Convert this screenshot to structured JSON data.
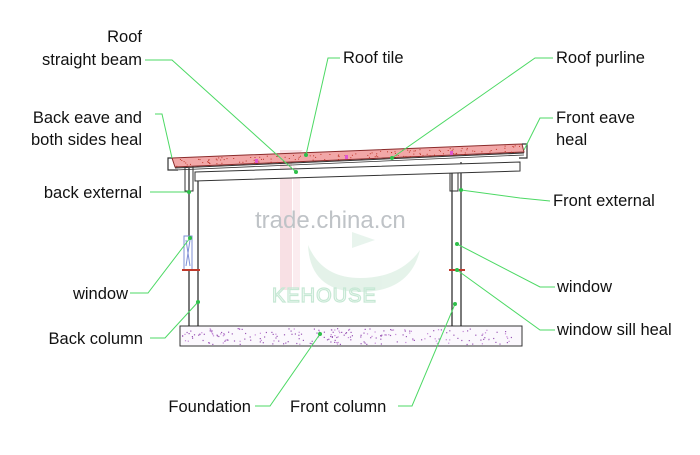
{
  "labels": {
    "roof_beam_line1": "Roof",
    "roof_beam_line2": "straight beam",
    "roof_tile": "Roof tile",
    "roof_purline": "Roof purline",
    "back_eave_line1": "Back eave and",
    "back_eave_line2": "both sides heal",
    "front_eave_line1": "Front eave",
    "front_eave_line2": "heal",
    "back_external": "back external",
    "front_external": "Front external",
    "window_left": "window",
    "window_right": "window",
    "back_column": "Back column",
    "window_sill_heal": "window sill heal",
    "foundation": "Foundation",
    "front_column": "Front column"
  },
  "watermark": {
    "site": "trade.china.cn",
    "brand": "KEHOUSE"
  },
  "colors": {
    "leader": "#4cd964",
    "roof_fill": "#f2a7a7",
    "roof_dots": "#c0392b",
    "foundation_dots": "#9b59b6",
    "structure": "#222222",
    "window": "#7f8fd6"
  }
}
